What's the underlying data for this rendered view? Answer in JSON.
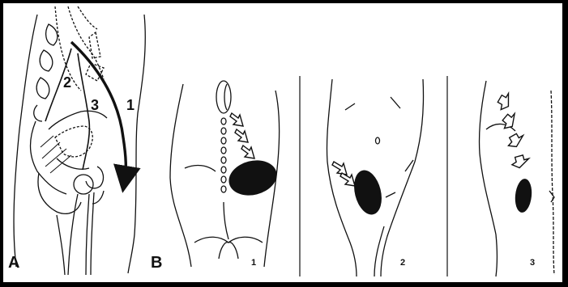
{
  "panels": {
    "a": {
      "letter": "A",
      "pathways": [
        {
          "label": "1"
        },
        {
          "label": "2"
        },
        {
          "label": "3"
        }
      ]
    },
    "b": {
      "letter": "B",
      "views": [
        {
          "label": "1"
        },
        {
          "label": "2"
        },
        {
          "label": "3"
        }
      ]
    }
  },
  "colors": {
    "frame": "#000000",
    "paper": "#ffffff",
    "ink": "#111111"
  }
}
